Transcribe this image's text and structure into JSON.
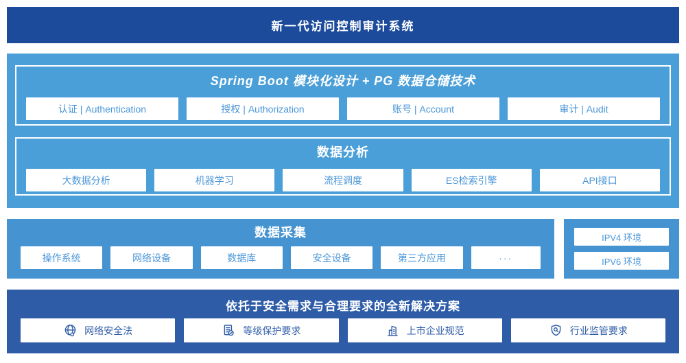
{
  "banner": {
    "title": "新一代访问控制审计系统"
  },
  "platform": {
    "springboot": {
      "title": "Spring Boot 模块化设计 + PG 数据仓储技术",
      "modules": [
        "认证 | Authentication",
        "授权 | Authorization",
        "账号 | Account",
        "审计 | Audit"
      ]
    },
    "analysis": {
      "title": "数据分析",
      "modules": [
        "大数据分析",
        "机器学习",
        "流程调度",
        "ES检索引擎",
        "API接口"
      ]
    }
  },
  "collection": {
    "title": "数据采集",
    "sources": [
      "操作系统",
      "网络设备",
      "数据库",
      "安全设备",
      "第三方应用",
      "···"
    ]
  },
  "environment": {
    "items": [
      "IPV4 环境",
      "IPV6 环境"
    ]
  },
  "solution": {
    "title": "依托于安全需求与合理要求的全新解决方案",
    "items": [
      {
        "icon": "globe-icon",
        "label": "网络安全法"
      },
      {
        "icon": "document-check-icon",
        "label": "等级保护要求"
      },
      {
        "icon": "building-icon",
        "label": "上市企业规范"
      },
      {
        "icon": "shield-search-icon",
        "label": "行业监管要求"
      }
    ]
  },
  "colors": {
    "banner_blue": "#1c4b9b",
    "platform_blue": "#4b9fd8",
    "collection_blue": "#4593d0",
    "solution_blue": "#2e5ca7",
    "box_text_blue": "#4a96d8",
    "white": "#ffffff"
  }
}
